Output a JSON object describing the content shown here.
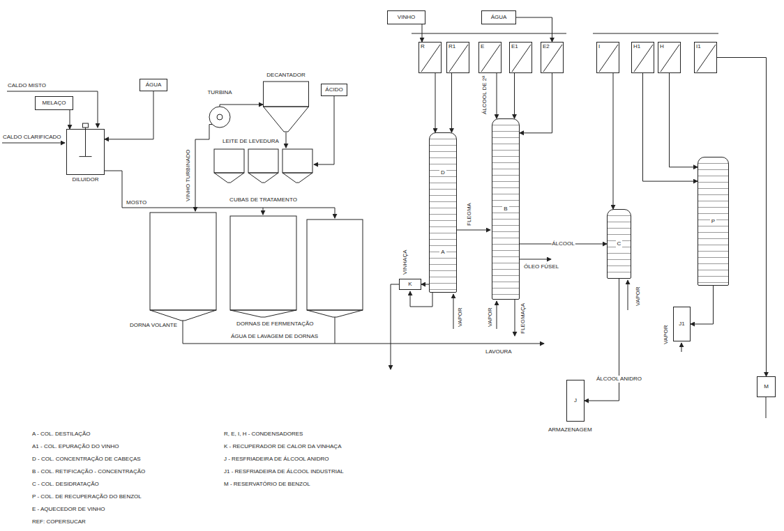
{
  "diagram": {
    "nodes": [
      {
        "text": [
          "MELAÇO"
        ]
      },
      {
        "text": [
          "ÁGUA"
        ]
      },
      {
        "text": [
          "DILUIDOR"
        ]
      },
      {
        "text": [
          "TURBINA"
        ]
      },
      {
        "text": [
          "DECANTADOR"
        ]
      },
      {
        "text": [
          "ÁCIDO"
        ]
      },
      {
        "text": [
          "CUBAS DE TRATAMENTO"
        ]
      },
      {
        "text": [
          "VINHO"
        ]
      },
      {
        "text": [
          "ÁGUA"
        ]
      },
      {
        "text": [
          "R"
        ]
      },
      {
        "text": [
          "R1"
        ]
      },
      {
        "text": [
          "E"
        ]
      },
      {
        "text": [
          "E1"
        ]
      },
      {
        "text": [
          "E2"
        ]
      },
      {
        "text": [
          "I"
        ]
      },
      {
        "text": [
          "H1"
        ]
      },
      {
        "text": [
          "H"
        ]
      },
      {
        "text": [
          "I1"
        ]
      },
      {
        "text": [
          "D",
          "A"
        ]
      },
      {
        "text": [
          "B"
        ]
      },
      {
        "text": [
          "C"
        ]
      },
      {
        "text": [
          "P"
        ]
      },
      {
        "text": [
          "K"
        ]
      },
      {
        "text": [
          "J1"
        ]
      },
      {
        "text": [
          "J"
        ]
      },
      {
        "text": [
          "M"
        ]
      }
    ],
    "edges": [
      {
        "from": 0,
        "to": 2,
        "arrow": "to"
      },
      {
        "from": 1,
        "to": 2,
        "arrow": "to"
      },
      {
        "from": 3,
        "to": 4,
        "arrow": "to"
      },
      {
        "from": 4,
        "to": 6,
        "arrow": "to"
      },
      {
        "from": 5,
        "to": 6,
        "arrow": "to"
      },
      {
        "from": 7,
        "to": 9,
        "arrow": "to"
      },
      {
        "from": 8,
        "to": 13,
        "arrow": "to"
      },
      {
        "from": 9,
        "to": 18,
        "arrow": "to"
      },
      {
        "from": 10,
        "to": 18,
        "arrow": "to"
      },
      {
        "from": 11,
        "to": 19,
        "arrow": "to"
      },
      {
        "from": 12,
        "to": 19,
        "arrow": "to"
      },
      {
        "from": 13,
        "to": 19,
        "arrow": "to"
      },
      {
        "from": 14,
        "to": 20,
        "arrow": "to"
      },
      {
        "from": 19,
        "to": 20,
        "label": "ÁLCOOL",
        "arrow": "to"
      },
      {
        "from": 15,
        "to": 21,
        "arrow": "to"
      },
      {
        "from": 16,
        "to": 21,
        "arrow": "to"
      },
      {
        "from": 17,
        "to": 25,
        "arrow": "to"
      },
      {
        "from": 18,
        "to": 22,
        "arrow": "to"
      },
      {
        "from": 21,
        "to": 23,
        "arrow": "to"
      },
      {
        "from": 20,
        "to": 24,
        "label": "ÁLCOOL ANIDRO",
        "arrow": "to"
      }
    ],
    "labels": [
      "CALDO MISTO",
      "CALDO CLARIFICADO",
      "LEITE DE LEVEDURA",
      "VINHO TURBINADO",
      "MOSTO",
      "DORNA VOLANTE",
      "DORNAS DE FERMENTAÇÃO",
      "ÁGUA DE LAVAGEM DE DORNAS",
      "ÁLCOOL DE 2ª",
      "FLEGMA",
      "ÓLEO FÚSEL",
      "VINHAÇA",
      "VAPOR",
      "VAPOR",
      "FLEGMAÇA",
      "LAVOURA",
      "VAPOR",
      "VAPOR",
      "ARMAZENAGEM",
      "A - COL. DESTILAÇÃO",
      "A1 - COL. EPURAÇÃO DO VINHO",
      "D - COL. CONCENTRAÇÃO DE CABEÇAS",
      "B - COL. RETIFICAÇÃO - CONCENTRAÇÃO",
      "C - COL. DESIDRATAÇÃO",
      "P - COL. DE RECUPERAÇÃO DO BENZOL",
      "E - AQUECEDOR DE VINHO",
      "REF: COPERSUCAR",
      "R, E, I, H - CONDENSADORES",
      "K - RECUPERADOR DE CALOR DA VINHAÇA",
      "J - RESFRIADEIRA DE ÁLCOOL ANIDRO",
      "J1 - RESFRIADEIRA DE ÁLCOOL INDUSTRIAL",
      "M - RESERVATÓRIO DE BENZOL"
    ]
  }
}
